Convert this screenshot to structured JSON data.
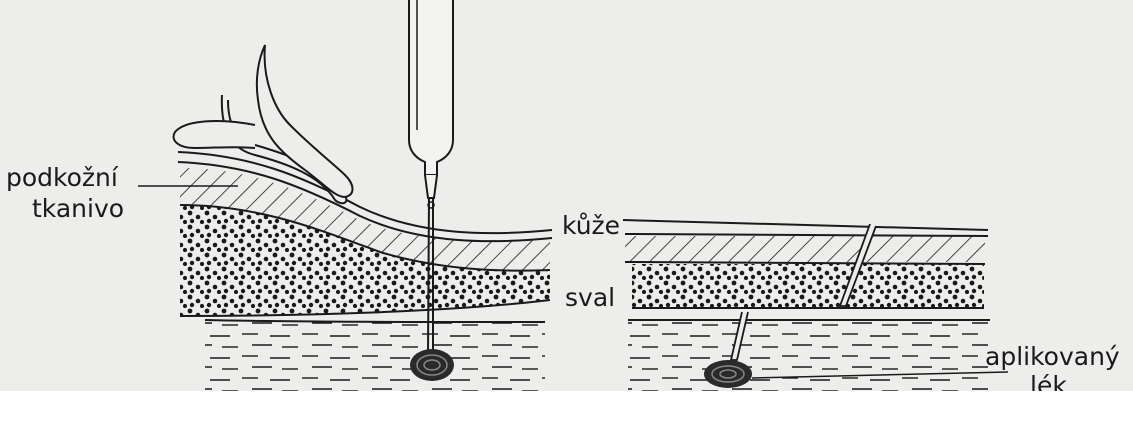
{
  "labels": {
    "subcutaneous_line1": "podkožní",
    "subcutaneous_line2": "tkanivo",
    "skin": "kůže",
    "muscle": "sval",
    "applied_line1": "aplikovaný",
    "applied_line2": "lék"
  },
  "colors": {
    "background": "#ededeb",
    "ink": "#1a1a1a"
  }
}
